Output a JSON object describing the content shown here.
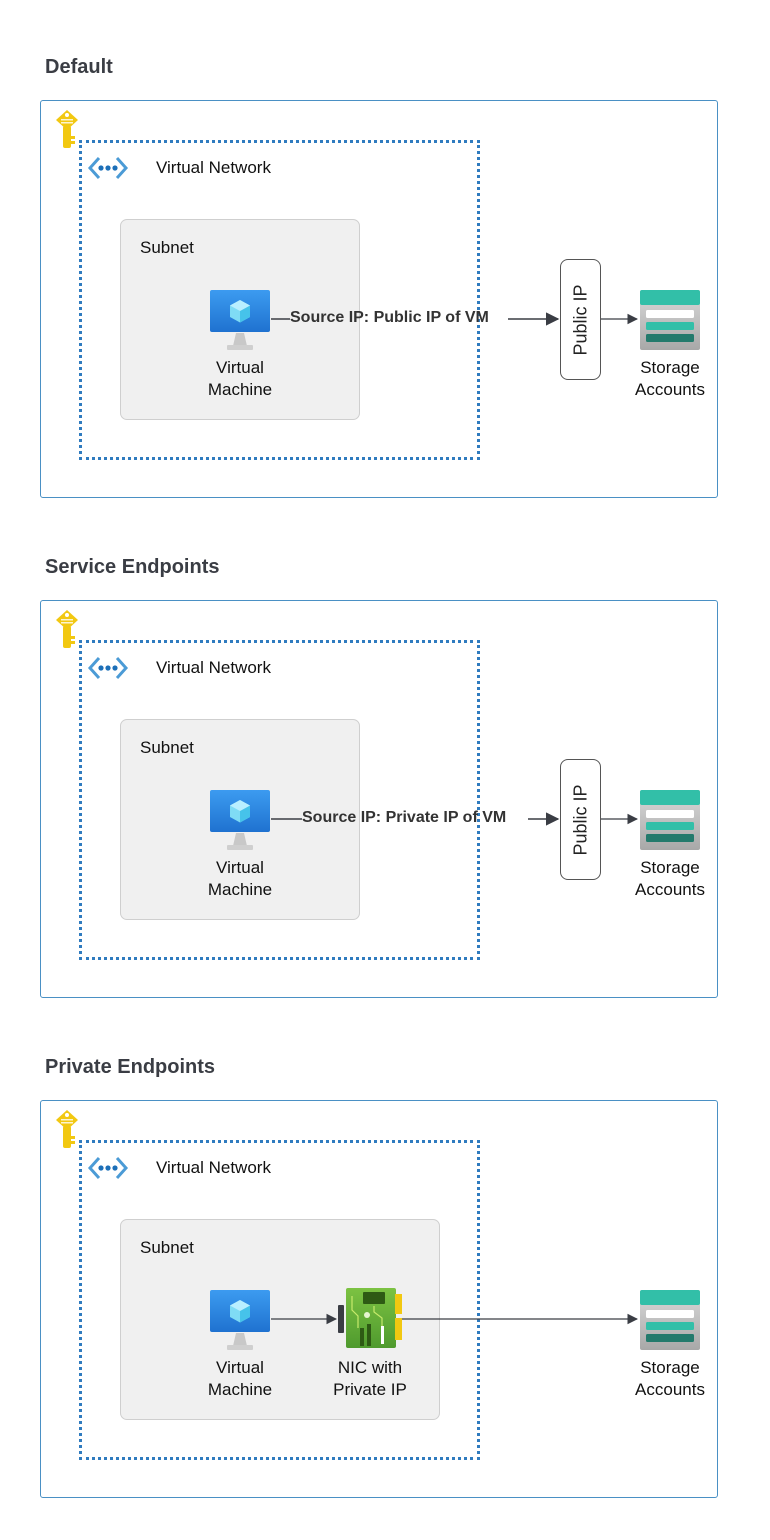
{
  "panels": [
    {
      "title": "Default",
      "vnet_label": "Virtual Network",
      "subnet_label": "Subnet",
      "vm_label_line1": "Virtual",
      "vm_label_line2": "Machine",
      "flow_label": "Source IP: Public IP of VM",
      "public_ip_label": "Public IP",
      "storage_label_line1": "Storage",
      "storage_label_line2": "Accounts"
    },
    {
      "title": "Service Endpoints",
      "vnet_label": "Virtual Network",
      "subnet_label": "Subnet",
      "vm_label_line1": "Virtual",
      "vm_label_line2": "Machine",
      "flow_label": "Source IP: Private IP of VM",
      "public_ip_label": "Public IP",
      "storage_label_line1": "Storage",
      "storage_label_line2": "Accounts"
    },
    {
      "title": "Private Endpoints",
      "vnet_label": "Virtual Network",
      "subnet_label": "Subnet",
      "vm_label_line1": "Virtual",
      "vm_label_line2": "Machine",
      "nic_label_line1": "NIC with",
      "nic_label_line2": "Private IP",
      "storage_label_line1": "Storage",
      "storage_label_line2": "Accounts"
    }
  ],
  "colors": {
    "outer_border": "#4a90c4",
    "vnet_border": "#2f7bbf",
    "subnet_fill": "#f0f0f0",
    "key": "#f2c811",
    "vm_screen": "#2f8ee6",
    "storage_teal": "#32bfa8",
    "storage_dark": "#237a6c",
    "nic_green": "#6fb33f"
  }
}
